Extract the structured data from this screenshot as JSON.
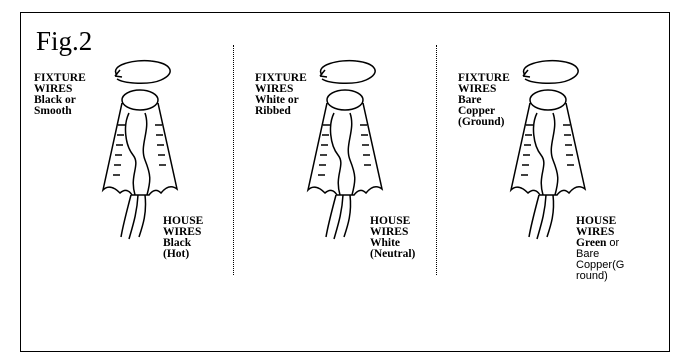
{
  "figure": {
    "title": "Fig.2"
  },
  "panels": [
    {
      "fixture_lines": [
        "FIXTURE",
        "WIRES",
        "Black or",
        "Smooth"
      ],
      "house_lines": [
        "HOUSE",
        "WIRES",
        "Black",
        "(Hot)"
      ]
    },
    {
      "fixture_lines": [
        "FIXTURE",
        "WIRES",
        "White or",
        "Ribbed"
      ],
      "house_lines": [
        "HOUSE",
        "WIRES",
        "White",
        "(Neutral)"
      ]
    },
    {
      "fixture_lines": [
        "FIXTURE",
        "WIRES",
        "Bare",
        "Copper",
        "(Ground)"
      ],
      "house_lines": [
        "HOUSE",
        "WIRES",
        "Green",
        "Bare",
        "Copper(G",
        "round)"
      ],
      "house_extra": "or"
    }
  ]
}
